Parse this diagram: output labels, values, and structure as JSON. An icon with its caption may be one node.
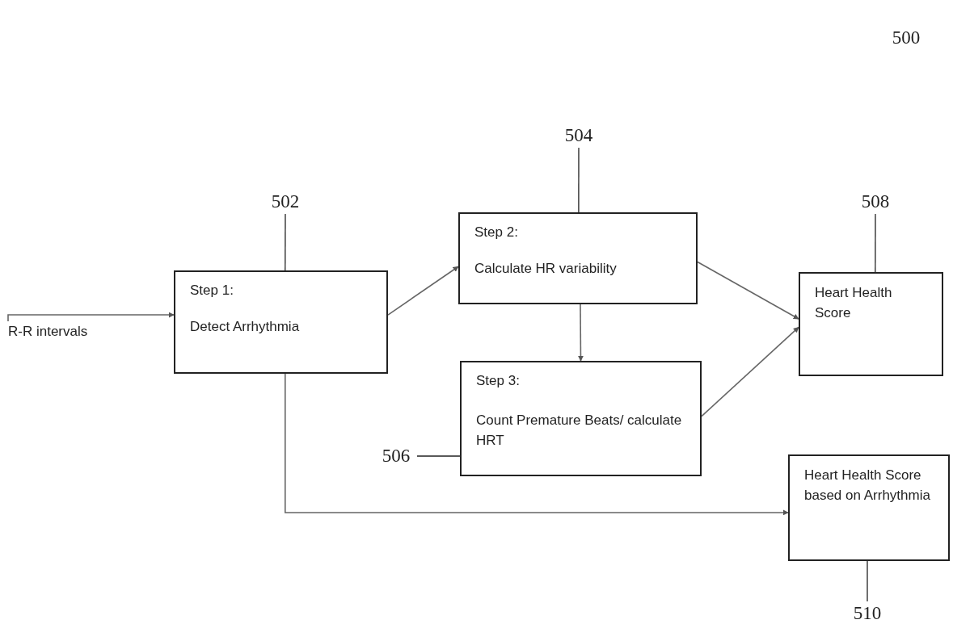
{
  "diagram": {
    "nodes": [
      {
        "text": [
          "R-R intervals"
        ]
      },
      {
        "text": [
          "Step 1:",
          "Detect Arrhythmia"
        ]
      },
      {
        "text": [
          "Step 2:",
          "Calculate HR variability"
        ]
      },
      {
        "text": [
          "Step 3:",
          "Count Premature Beats/ calculate HRT"
        ]
      },
      {
        "text": [
          "Heart Health Score"
        ]
      },
      {
        "text": [
          "Heart Health Score based on Arrhythmia"
        ]
      },
      {
        "text": [
          "502"
        ]
      },
      {
        "text": [
          "504"
        ]
      },
      {
        "text": [
          "506"
        ]
      },
      {
        "text": [
          "508"
        ]
      },
      {
        "text": [
          "510"
        ]
      }
    ],
    "edges": [
      {
        "from": 0,
        "to": 1,
        "arrow": "to"
      },
      {
        "from": 1,
        "to": 2,
        "arrow": "to"
      },
      {
        "from": 2,
        "to": 4,
        "arrow": "to"
      },
      {
        "from": 2,
        "to": 3,
        "arrow": "to"
      },
      {
        "from": 3,
        "to": 4,
        "arrow": "to"
      },
      {
        "from": 1,
        "to": 5,
        "arrow": "to"
      },
      {
        "from": 6,
        "to": 1,
        "arrow": "none"
      },
      {
        "from": 7,
        "to": 2,
        "arrow": "none"
      },
      {
        "from": 8,
        "to": 3,
        "arrow": "none"
      },
      {
        "from": 9,
        "to": 4,
        "arrow": "none"
      },
      {
        "from": 10,
        "to": 5,
        "arrow": "none"
      }
    ],
    "labels": [
      "500"
    ]
  }
}
